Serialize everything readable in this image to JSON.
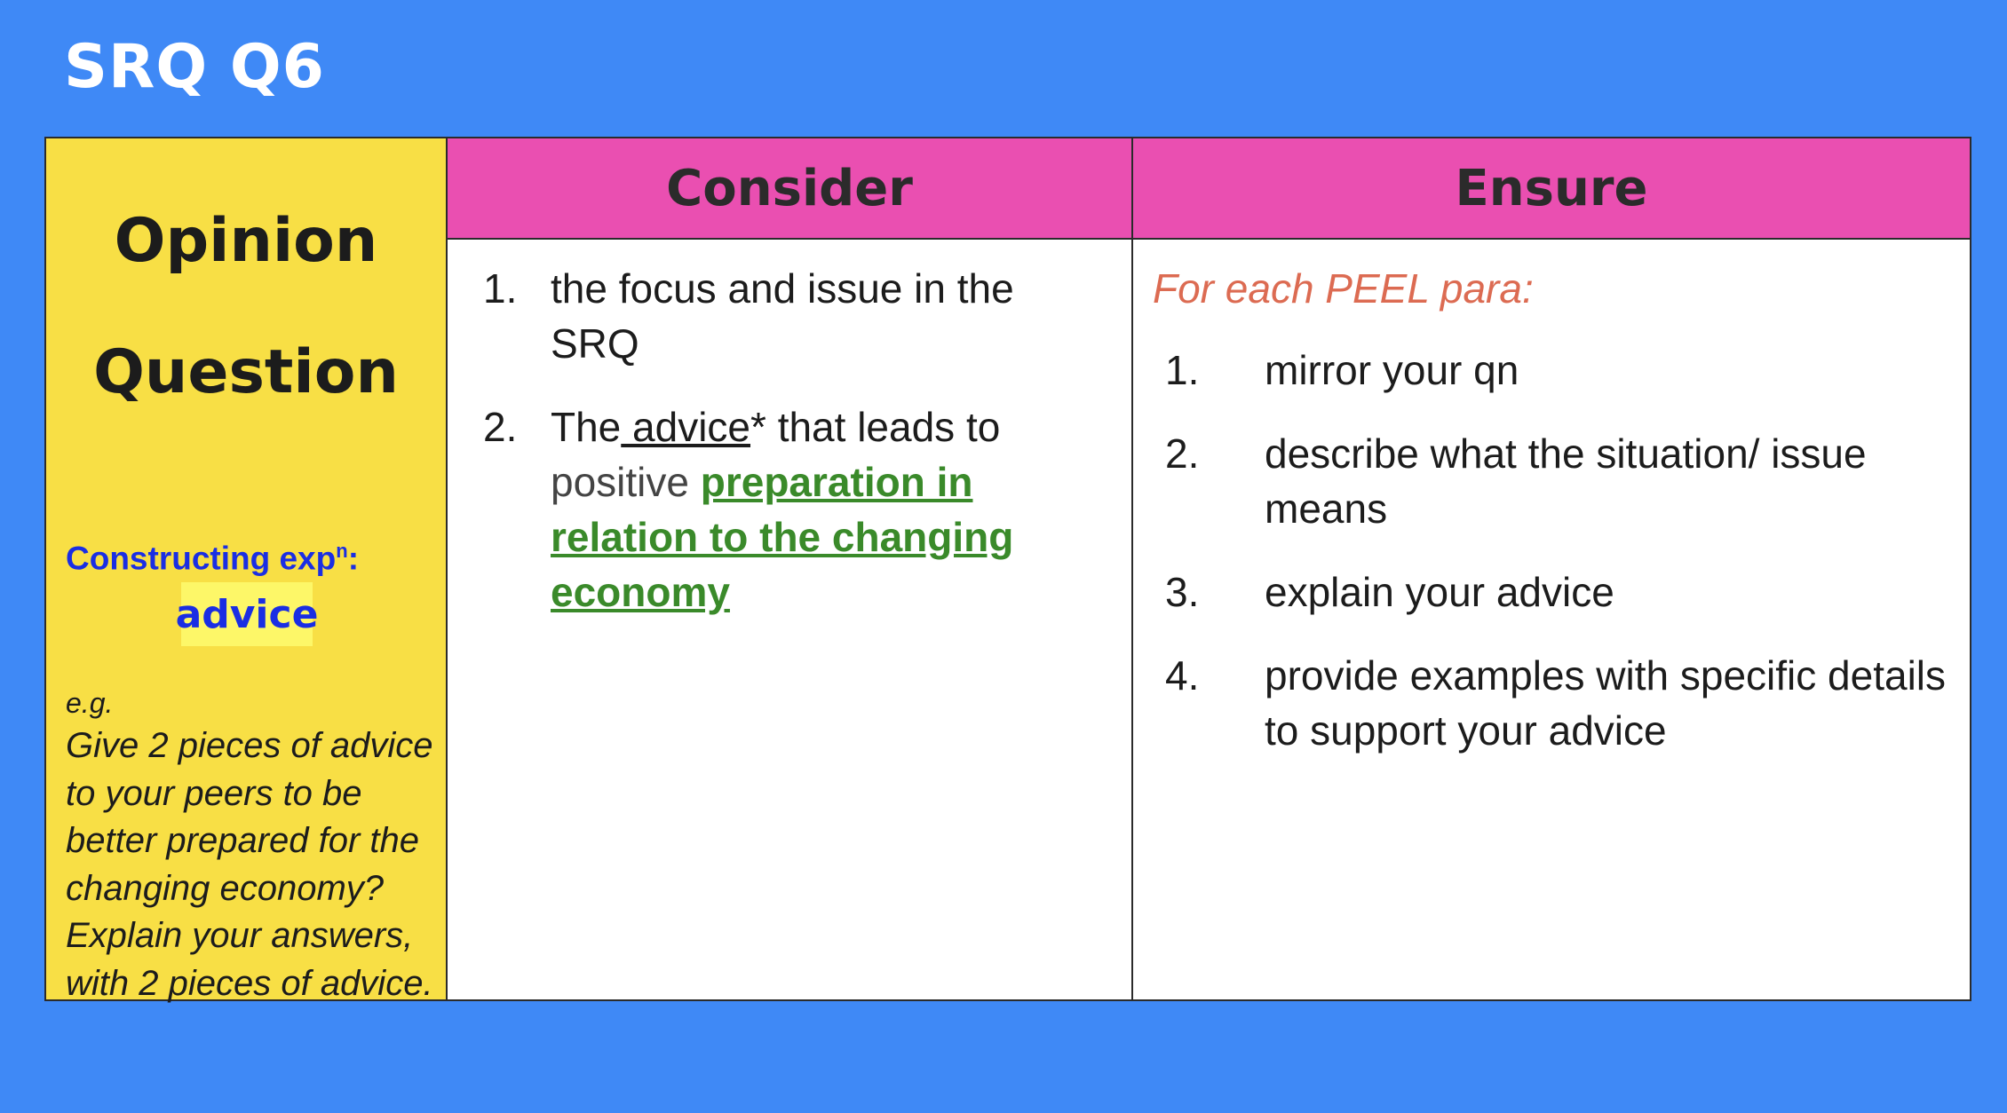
{
  "slide": {
    "title": "SRQ Q6"
  },
  "left_panel": {
    "title_line1": "Opinion",
    "title_line2": "Question",
    "constructing_label": "Constructing exp",
    "constructing_sup": "n",
    "constructing_colon": ":",
    "keyword": "advice",
    "eg_label": "e.g.",
    "example": "Give 2 pieces of advice to your peers to be better prepared for the changing economy? Explain your answers, with 2 pieces of advice."
  },
  "consider": {
    "header": "Consider",
    "item1": {
      "num": "1.",
      "text": "the focus and issue in the SRQ"
    },
    "item2": {
      "num": "2.",
      "prefix": "The",
      "advice": " advice",
      "suffix": "* that leads to ",
      "grey": "positive ",
      "link": "preparation in relation to the changing economy"
    }
  },
  "ensure": {
    "header": "Ensure",
    "peel_label": "For each PEEL para:",
    "items": [
      {
        "num": "1.",
        "text": "mirror your qn"
      },
      {
        "num": "2.",
        "text": "describe what the situation/ issue means"
      },
      {
        "num": "3.",
        "text": "explain your advice"
      },
      {
        "num": "4.",
        "text": "provide examples with specific details to support your advice"
      }
    ]
  },
  "colors": {
    "background": "#3f89f6",
    "left_panel": "#f8df45",
    "header": "#ea4fb1",
    "accent_blue": "#1a2ee3",
    "highlight": "#fdf768",
    "green": "#3a8a2a",
    "peel": "#dc6b52"
  }
}
